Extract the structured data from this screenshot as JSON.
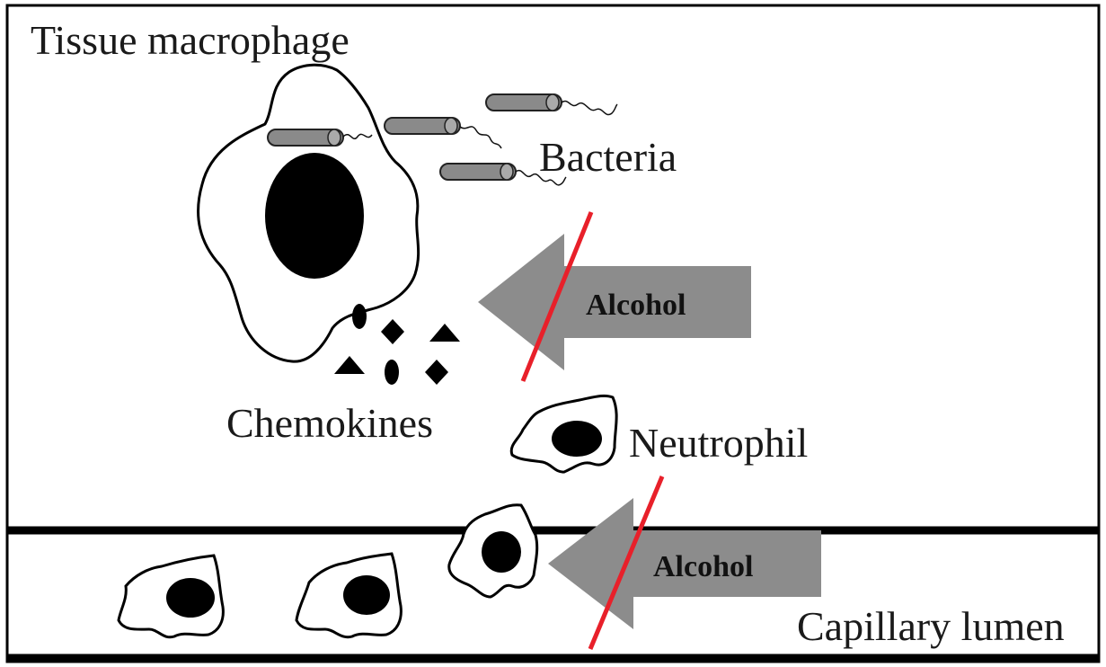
{
  "labels": {
    "tissue_macrophage": "Tissue macrophage",
    "bacteria": "Bacteria",
    "chemokines": "Chemokines",
    "neutrophil": "Neutrophil",
    "capillary_lumen": "Capillary lumen"
  },
  "arrows": [
    {
      "label": "Alcohol"
    },
    {
      "label": "Alcohol"
    }
  ],
  "colors": {
    "arrow_fill": "#8c8c8c",
    "block_line": "#e8202a",
    "bacteria_fill": "#8a8a8a",
    "outline": "#000000",
    "nucleus": "#000000"
  }
}
